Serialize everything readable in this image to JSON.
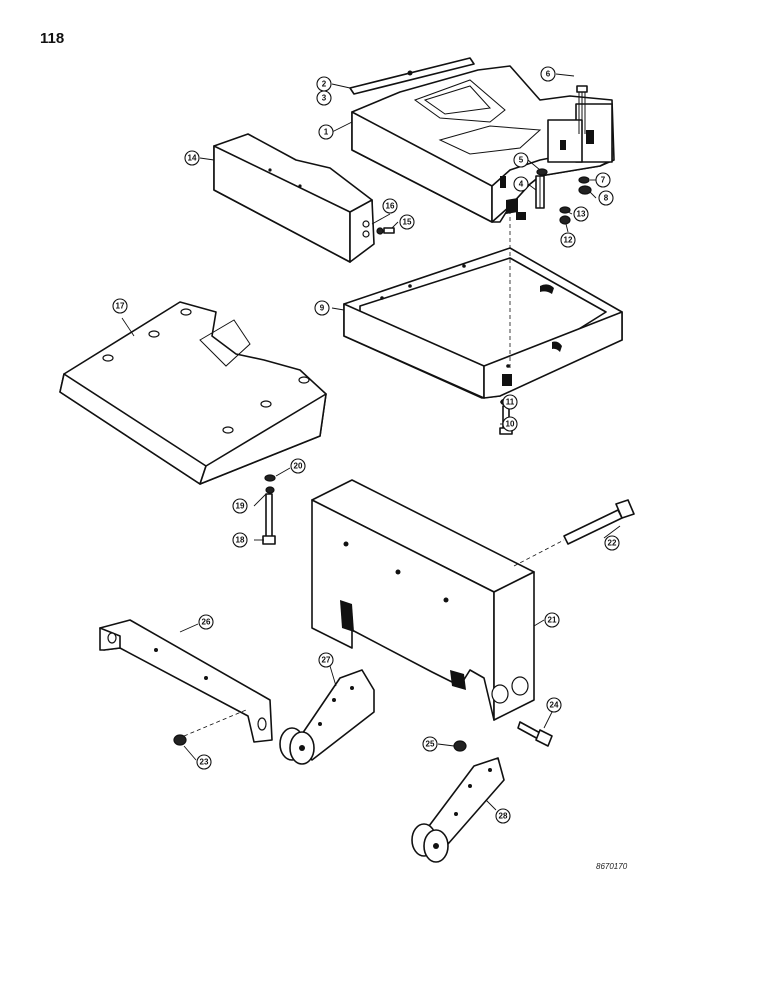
{
  "page": {
    "number": "118",
    "drawing_code": "8670170"
  },
  "callouts": [
    {
      "id": "c1",
      "label": "1"
    },
    {
      "id": "c2",
      "label": "2"
    },
    {
      "id": "c3",
      "label": "3"
    },
    {
      "id": "c4",
      "label": "4"
    },
    {
      "id": "c5",
      "label": "5"
    },
    {
      "id": "c6",
      "label": "6"
    },
    {
      "id": "c7",
      "label": "7"
    },
    {
      "id": "c8",
      "label": "8"
    },
    {
      "id": "c9",
      "label": "9"
    },
    {
      "id": "c10",
      "label": "10"
    },
    {
      "id": "c11",
      "label": "11"
    },
    {
      "id": "c12",
      "label": "12"
    },
    {
      "id": "c13",
      "label": "13"
    },
    {
      "id": "c14",
      "label": "14"
    },
    {
      "id": "c15",
      "label": "15"
    },
    {
      "id": "c16",
      "label": "16"
    },
    {
      "id": "c17",
      "label": "17"
    },
    {
      "id": "c18",
      "label": "18"
    },
    {
      "id": "c19",
      "label": "19"
    },
    {
      "id": "c20",
      "label": "20"
    },
    {
      "id": "c21",
      "label": "21"
    },
    {
      "id": "c22",
      "label": "22"
    },
    {
      "id": "c23",
      "label": "23"
    },
    {
      "id": "c24",
      "label": "24"
    },
    {
      "id": "c25",
      "label": "25"
    },
    {
      "id": "c26",
      "label": "26"
    },
    {
      "id": "c27",
      "label": "27"
    },
    {
      "id": "c28",
      "label": "28"
    }
  ]
}
